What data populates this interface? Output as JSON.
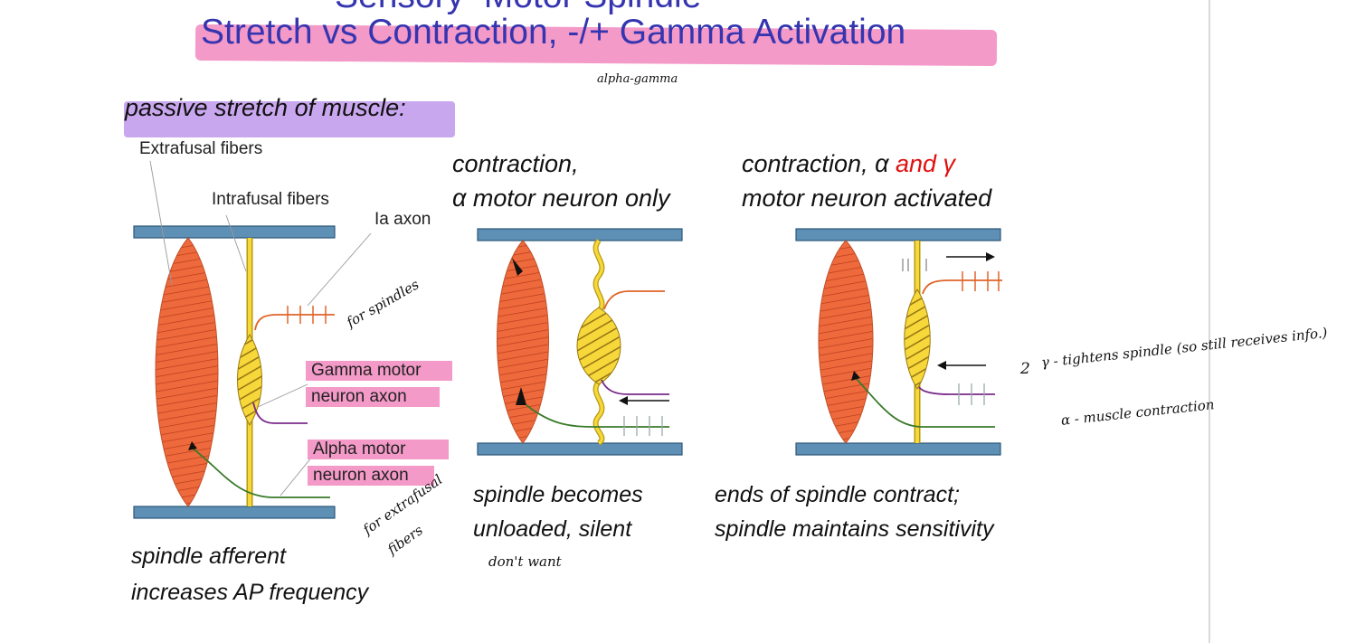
{
  "title": {
    "cut_line": "Sensory–Motor Spindle",
    "main": "Stretch vs Contraction, -/+ Gamma Activation"
  },
  "panels": {
    "passive": {
      "heading": "passive stretch of muscle:",
      "caption_line1": "spindle afferent",
      "caption_line2": "increases AP frequency"
    },
    "alpha_only": {
      "heading_line1": "contraction,",
      "heading_line2": "α motor neuron only",
      "caption_line1": "spindle becomes",
      "caption_line2": "unloaded, silent"
    },
    "alpha_gamma": {
      "heading_line1_a": "contraction, α ",
      "heading_line1_b": "and γ",
      "heading_line2": "motor neuron activated",
      "caption_line1": "ends of spindle contract;",
      "caption_line2": "spindle maintains sensitivity"
    }
  },
  "diagram_labels": {
    "extrafusal": "Extrafusal fibers",
    "intrafusal": "Intrafusal fibers",
    "ia_axon": "Ia axon",
    "gamma_line1": "Gamma motor",
    "gamma_line2": "neuron axon",
    "alpha_line1": "Alpha motor",
    "alpha_line2": "neuron axon"
  },
  "handwritten": {
    "alpha_gamma": "alpha-gamma",
    "for_spindles": "for spindles",
    "for_extrafusal_line1": "for extrafusal",
    "for_extrafusal_line2": "fibers",
    "dont_want": "don't want",
    "note_gamma": "γ - tightens spindle (so still receives info.)",
    "note_alpha": "α - muscle contraction",
    "note_marker": "2"
  },
  "colors": {
    "title": "#3535b0",
    "title_highlight": "#f49ac8",
    "heading_highlight": "#c9a7ee",
    "muscle": "#ee6a3c",
    "spindle": "#f7d83a",
    "plate": "#5e8fb4",
    "ia_axon": "#e0642a",
    "gamma_axon": "#7a2a8a",
    "alpha_axon": "#3a7a2a",
    "accent_red": "#e01010"
  }
}
